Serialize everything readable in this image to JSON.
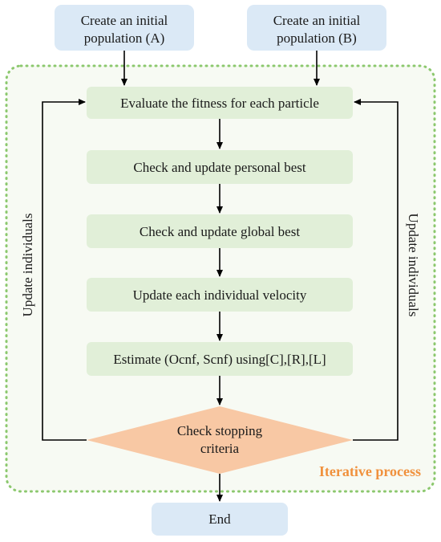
{
  "colors": {
    "start_box": "#dbe9f6",
    "process_box": "#e1efd8",
    "decision": "#f8c8a4",
    "iterative_border": "#8cc86e",
    "iterative_label": "#f0913d",
    "line": "#000000"
  },
  "start_a": {
    "line1": "Create an initial",
    "line2": "population (A)"
  },
  "start_b": {
    "line1": "Create an initial",
    "line2": "population (B)"
  },
  "steps": {
    "evaluate": "Evaluate the fitness for each particle",
    "personal_best": "Check and update personal best",
    "global_best": "Check and update global best",
    "velocity": "Update each individual velocity",
    "estimate": "Estimate (Ocnf, Scnf) using[C],[R],[L]"
  },
  "decision": {
    "line1": "Check stopping",
    "line2": "criteria"
  },
  "end": "End",
  "side_left": "Update individuals",
  "side_right": "Update individuals",
  "iterative_label": "Iterative process"
}
